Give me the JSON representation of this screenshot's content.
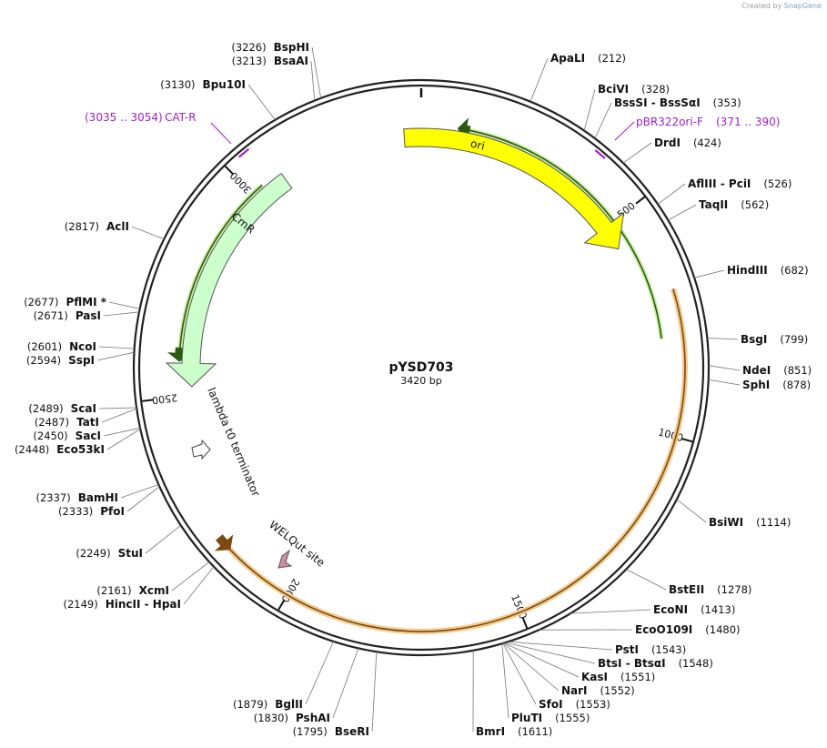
{
  "credit": {
    "prefix": "Created by",
    "brand": "SnapGene"
  },
  "plasmid": {
    "name": "pYSD703",
    "length_label": "3420 bp",
    "length": 3420
  },
  "colors": {
    "backbone": "#222222",
    "ori": "#ffff00",
    "cmr": "#ccffcc",
    "primer": "#a020c8",
    "orange_feature": "#f5c98a",
    "green_feature": "#5aa02c",
    "welqut": "#d08aa6"
  },
  "ticks": [
    {
      "label": "500"
    },
    {
      "label": "1000"
    },
    {
      "label": "1500"
    },
    {
      "label": "2000"
    },
    {
      "label": "2500"
    },
    {
      "label": "3000"
    }
  ],
  "features": [
    {
      "id": "ori",
      "label": "ori"
    },
    {
      "id": "cmr",
      "label": "CmR"
    },
    {
      "id": "lambda",
      "label": "lambda t0 terminator"
    },
    {
      "id": "welqut",
      "label": "WELQut site"
    }
  ],
  "primers": [
    {
      "id": "cat-r",
      "label": "CAT-R",
      "pos": "(3035 .. 3054)"
    },
    {
      "id": "pbr322ori-f",
      "label": "pBR322ori-F",
      "pos": "(371 .. 390)"
    }
  ],
  "sites": [
    {
      "id": "bsphi",
      "name": "BspHI",
      "pos": "(3226)"
    },
    {
      "id": "bsaai",
      "name": "BsaAI",
      "pos": "(3213)"
    },
    {
      "id": "bpu10i",
      "name": "Bpu10I",
      "pos": "(3130)"
    },
    {
      "id": "apali",
      "name": "ApaLI",
      "pos": "(212)"
    },
    {
      "id": "bcivi",
      "name": "BciVI",
      "pos": "(328)"
    },
    {
      "id": "bsssi",
      "name": "BssSI - BssSαI",
      "pos": "(353)"
    },
    {
      "id": "drdi",
      "name": "DrdI",
      "pos": "(424)"
    },
    {
      "id": "afliii",
      "name": "AflIII  - PciI",
      "pos": "(526)"
    },
    {
      "id": "taqii",
      "name": "TaqII",
      "pos": "(562)"
    },
    {
      "id": "hindiii",
      "name": "HindIII",
      "pos": "(682)"
    },
    {
      "id": "bsgi",
      "name": "BsgI",
      "pos": "(799)"
    },
    {
      "id": "ndei",
      "name": "NdeI",
      "pos": "(851)"
    },
    {
      "id": "sphi",
      "name": "SphI",
      "pos": "(878)"
    },
    {
      "id": "bsiwi",
      "name": "BsiWI",
      "pos": "(1114)"
    },
    {
      "id": "bsteii",
      "name": "BstEII",
      "pos": "(1278)"
    },
    {
      "id": "econi",
      "name": "EcoNI",
      "pos": "(1413)"
    },
    {
      "id": "eco0109i",
      "name": "EcoO109I",
      "pos": "(1480)"
    },
    {
      "id": "psti",
      "name": "PstI",
      "pos": "(1543)"
    },
    {
      "id": "btsi",
      "name": "BtsI - BtsαI",
      "pos": "(1548)"
    },
    {
      "id": "kasi",
      "name": "KasI",
      "pos": "(1551)"
    },
    {
      "id": "nari",
      "name": "NarI",
      "pos": "(1552)"
    },
    {
      "id": "sfoi",
      "name": "SfoI",
      "pos": "(1553)"
    },
    {
      "id": "pluti",
      "name": "PluTI",
      "pos": "(1555)"
    },
    {
      "id": "bmri",
      "name": "BmrI",
      "pos": "(1611)"
    },
    {
      "id": "bglii",
      "name": "BglII",
      "pos": "(1879)"
    },
    {
      "id": "pshai",
      "name": "PshAI",
      "pos": "(1830)"
    },
    {
      "id": "bseri",
      "name": "BseRI",
      "pos": "(1795)"
    },
    {
      "id": "acli",
      "name": "AclI",
      "pos": "(2817)"
    },
    {
      "id": "pflmi",
      "name": "PflMI *",
      "pos": "(2677)"
    },
    {
      "id": "pasi",
      "name": "PasI",
      "pos": "(2671)"
    },
    {
      "id": "ncoi",
      "name": "NcoI",
      "pos": "(2601)"
    },
    {
      "id": "sspi",
      "name": "SspI",
      "pos": "(2594)"
    },
    {
      "id": "scai",
      "name": "ScaI",
      "pos": "(2489)"
    },
    {
      "id": "tati",
      "name": "TatI",
      "pos": "(2487)"
    },
    {
      "id": "saci",
      "name": "SacI",
      "pos": "(2450)"
    },
    {
      "id": "eco53ki",
      "name": "Eco53kI",
      "pos": "(2448)"
    },
    {
      "id": "bamhi",
      "name": "BamHI",
      "pos": "(2337)"
    },
    {
      "id": "pfoi",
      "name": "PfoI",
      "pos": "(2333)"
    },
    {
      "id": "stui",
      "name": "StuI",
      "pos": "(2249)"
    },
    {
      "id": "xcmi",
      "name": "XcmI",
      "pos": "(2161)"
    },
    {
      "id": "hincii",
      "name": "HincII  - HpaI",
      "pos": "(2149)"
    }
  ]
}
